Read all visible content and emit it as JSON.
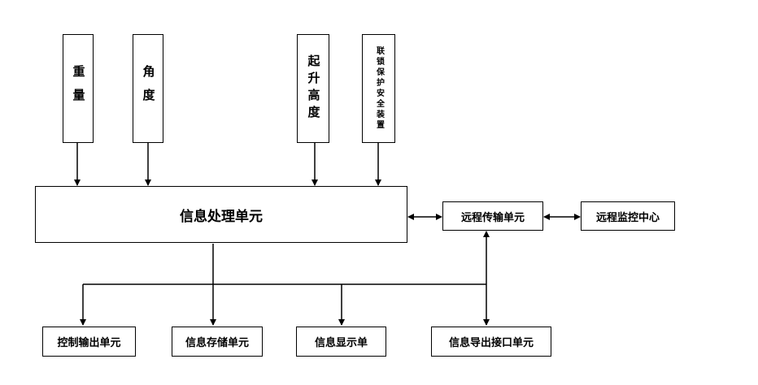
{
  "sensors": {
    "weight": "重量",
    "angle": "角度",
    "lift_height": "起升高度",
    "interlock": "联锁保护安全装置"
  },
  "main": {
    "processing_unit": "信息处理单元"
  },
  "remote": {
    "transmission_unit": "远程传输单元",
    "monitoring_center": "远程监控中心"
  },
  "outputs": {
    "control_output": "控制输出单元",
    "storage": "信息存储单元",
    "display": "信息显示单",
    "export": "信息导出接口单元"
  }
}
